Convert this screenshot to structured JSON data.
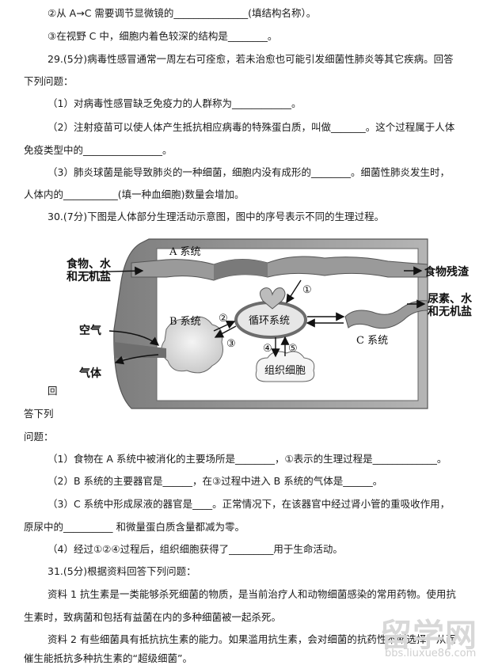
{
  "lines": [
    "②从 A→C 需要调节显微镜的_______________(填结构名称）。",
    "③在视野 C 中，细胞内着色较深的结构是________。",
    "29.(5分)病毒性感冒通常一周左右可痊愈，若未治愈也可能引发细菌性肺炎等其它疾病。回答",
    "下列问题：",
    "（1）对病毒性感冒缺乏免疫力的人群称为____________。",
    "（2）注射疫苗可以使人体产生抵抗相应病毒的特殊蛋白质，叫做_______。这个过程属于人体",
    "免疫类型中的________________。",
    "（3）肺炎球菌是能导致肺炎的一种细菌，细胞内没有成形的________。细菌性肺炎发生时，",
    "人体内的___________(填一种血细胞)数量会增加。",
    "30.(7分)下图是人体部分生理活动示意图，图中的序号表示不同的生理过程。",
    "回",
    "答下列",
    "问题：",
    "（1）食物在 A 系统中被消化的主要场所是________，①表示的生理过程是_____________。",
    "（2）B 系统的主要器官是______，在③过程中进入 B 系统的气体是______。",
    "（3）C 系统中形成尿液的器官是____。正常情况下，在该器官中经过肾小管的重吸收作用，",
    "原尿中的__________ 和微量蛋白质含量都减为零。",
    "（4）经过①②④过程后，组织细胞获得了_________用于生命活动。",
    "31.(5分)根据资料回答下列问题：",
    "资料 1 抗生素是一类能够杀死细菌的物质，是当前治疗人和动物细菌感染的常用药物。使用抗",
    "生素时，致病菌和包括有益菌在内的多种细菌被一起杀死。",
    "资料 2 有些细菌具有抵抗抗生素的能力。如果滥用抗生素，会对细菌的抗药性不断选择，从而",
    "催生能抵抗多种抗生素的“超级细菌”。"
  ],
  "diagram": {
    "food_water_salt": [
      "食物、水",
      "和无机盐"
    ],
    "system_a": "A 系统",
    "system_b": "B 系统",
    "system_c": "C 系统",
    "circulation": "循环系统",
    "tissue_cells": "组织细胞",
    "air": "空气",
    "gas": "气体",
    "food_residue": "食物残渣",
    "urea_water_salt": [
      "尿素、水",
      "和无机盐"
    ],
    "process_1": "①",
    "process_2": "②",
    "process_3": "③",
    "process_4": "④",
    "process_5": "⑤"
  },
  "watermark": {
    "main": "留学网",
    "sub": "bbs.liuxue86.com"
  }
}
